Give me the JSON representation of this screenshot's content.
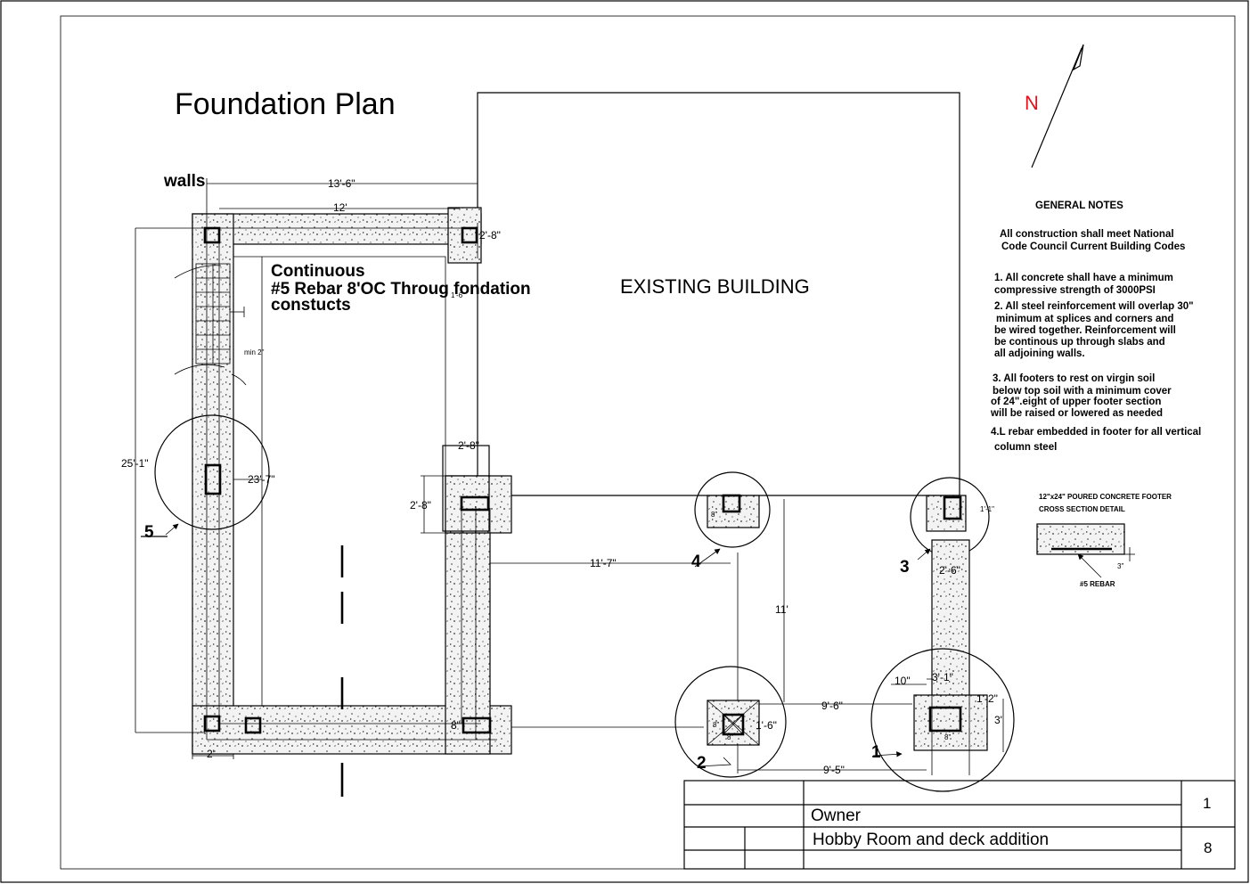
{
  "title": "Foundation Plan",
  "north": {
    "label": "N"
  },
  "labels": {
    "walls": "walls",
    "existing_building": "EXISTING BUILDING",
    "rebar_callout": [
      "Continuous",
      "#5 Rebar 8'OC Throug fondation",
      "constucts"
    ]
  },
  "dimensions": {
    "d_13_6": "13'-6\"",
    "d_12": "12'",
    "d_2_8_top": "2'-8\"",
    "d_25_1": "25'-1\"",
    "d_23_7": "23'-7\"",
    "d_2_8_mid": "2'-8\"",
    "d_2_8_side": "2'-8\"",
    "d_2": "2'",
    "d_11_7": "11'-7\"",
    "d_11": "11'",
    "d_9_6": "9'-6\"",
    "d_9_5": "9'-5\"",
    "d_10": "10\"",
    "d_3_1": "3'-1\"",
    "d_1_2": "1'-2\"",
    "d_3": "3'",
    "d_2_6": "2'-6\"",
    "d_1_6_top": "1'-6\"",
    "d_1_6_det2": "1'-6\"",
    "d_8_det2": "8\"",
    "d_8_det2b": "8\"",
    "d_8_det1": "8\"",
    "d_8_wall": "8\"",
    "d_8_det4": "8\"",
    "d_1_det3": "1'-1\"",
    "d_min": "min 2\"",
    "d_3in": "3\""
  },
  "callouts": {
    "c1": "1",
    "c2": "2",
    "c3": "3",
    "c4": "4",
    "c5": "5"
  },
  "notes": {
    "heading": "GENERAL NOTES",
    "intro": [
      "All construction shall meet National",
      "Code Council Current Building Codes"
    ],
    "n1": [
      "1. All concrete shall have a  minimum",
      "compressive strength of 3000PSI"
    ],
    "n2": [
      "2. All steel reinforcement will overlap 30\"",
      "minimum at splices and corners and",
      "be wired together.  Reinforcement will",
      "be continous up through slabs and",
      "all adjoining walls."
    ],
    "n3": [
      "3.  All footers to rest on virgin soil",
      "below top soil with a minimum cover",
      "of 24\".eight of upper footer section",
      "will be raised or lowered as needed"
    ],
    "n4": [
      "4.L rebar embedded in footer for all vertical",
      "column steel"
    ]
  },
  "detail": {
    "heading": [
      "12\"x24\" POURED CONCRETE FOOTER",
      "CROSS SECTION DETAIL"
    ],
    "rebar_label": "#5 REBAR"
  },
  "title_block": {
    "owner": "Owner",
    "project": "Hobby Room and deck addition",
    "sheet": "1",
    "total": "8"
  }
}
